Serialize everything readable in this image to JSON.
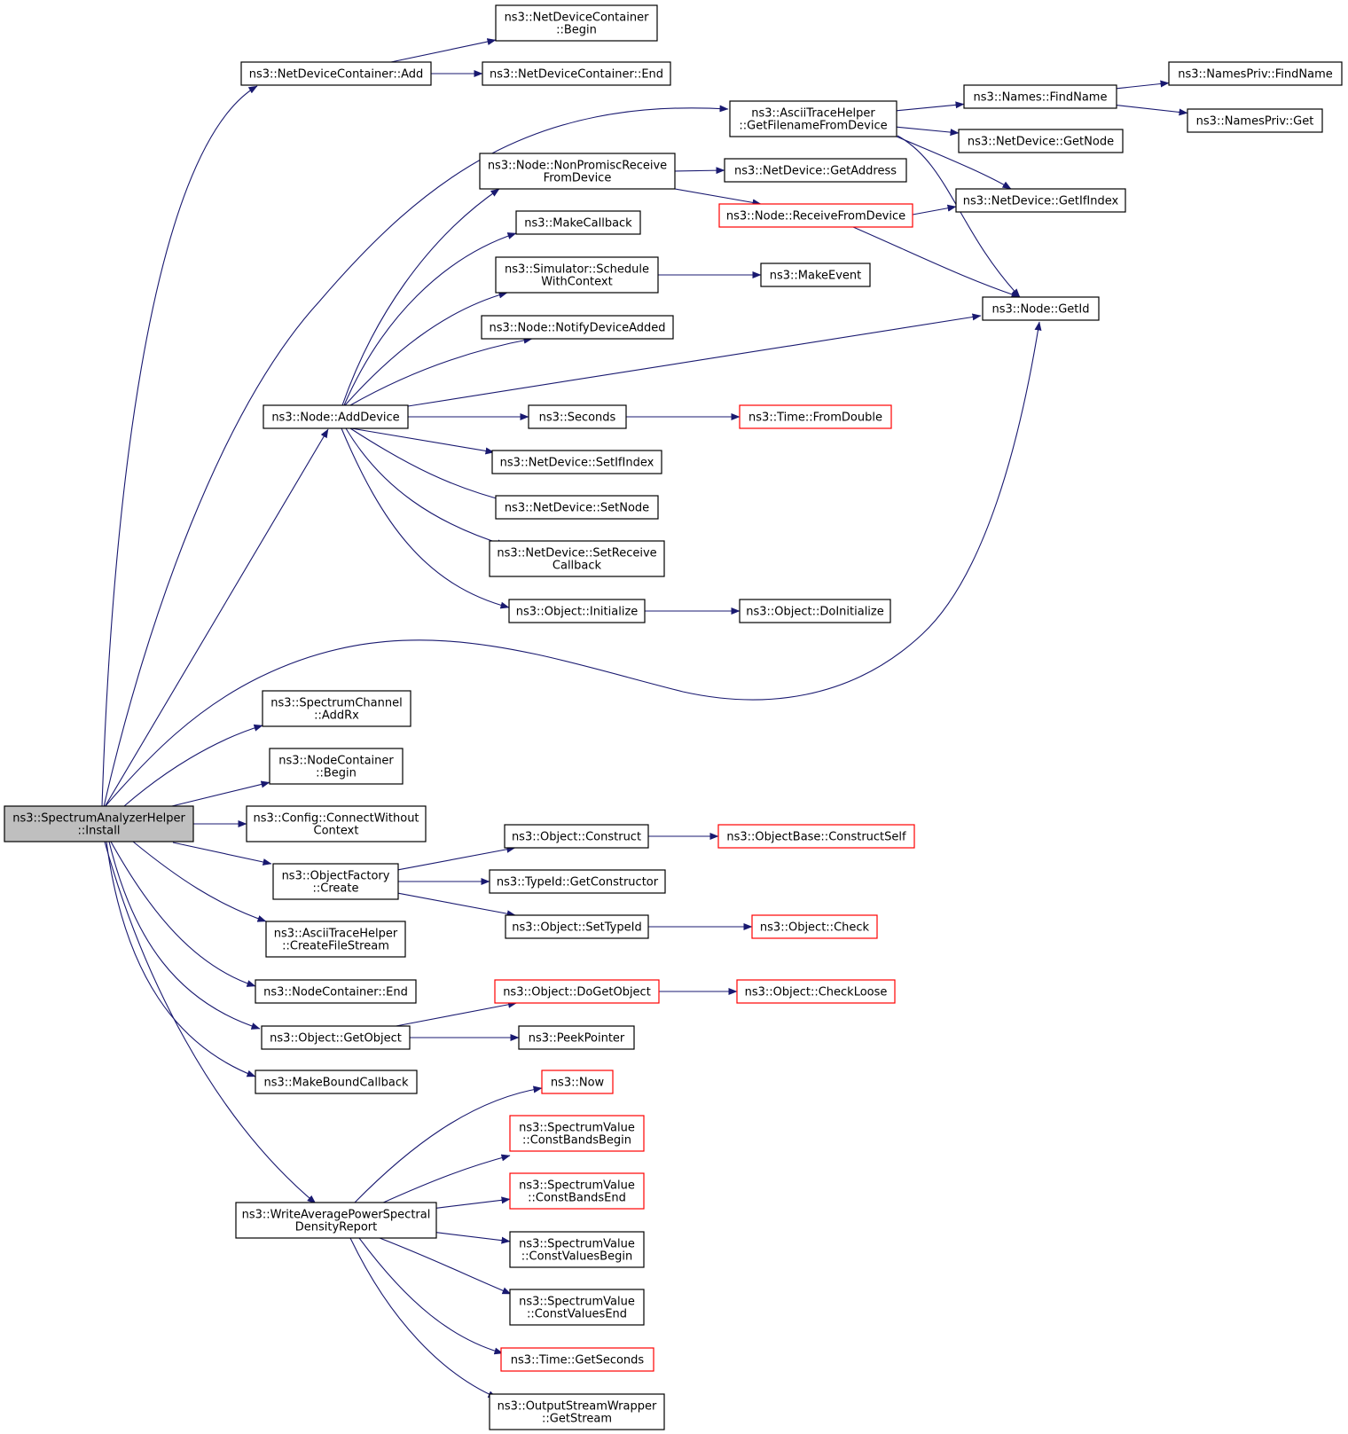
{
  "colors": {
    "edge": "#191970",
    "normal_border": "#000000",
    "truncated_border": "#ff0000",
    "root_fill": "#bfbfbf",
    "node_fill": "#ffffff",
    "text": "#000000"
  },
  "nodes": [
    {
      "id": "install",
      "label": [
        "ns3::SpectrumAnalyzerHelper",
        "::Install"
      ],
      "style": "root"
    },
    {
      "id": "ndc_add",
      "label": [
        "ns3::NetDeviceContainer::Add"
      ],
      "style": "normal"
    },
    {
      "id": "ndc_begin",
      "label": [
        "ns3::NetDeviceContainer",
        "::Begin"
      ],
      "style": "normal"
    },
    {
      "id": "ndc_end",
      "label": [
        "ns3::NetDeviceContainer::End"
      ],
      "style": "normal"
    },
    {
      "id": "ascii_getfn",
      "label": [
        "ns3::AsciiTraceHelper",
        "::GetFilenameFromDevice"
      ],
      "style": "normal"
    },
    {
      "id": "names_findname",
      "label": [
        "ns3::Names::FindName"
      ],
      "style": "normal"
    },
    {
      "id": "namespriv_findname",
      "label": [
        "ns3::NamesPriv::FindName"
      ],
      "style": "normal"
    },
    {
      "id": "namespriv_get",
      "label": [
        "ns3::NamesPriv::Get"
      ],
      "style": "normal"
    },
    {
      "id": "nd_getnode",
      "label": [
        "ns3::NetDevice::GetNode"
      ],
      "style": "normal"
    },
    {
      "id": "node_nonpromisc",
      "label": [
        "ns3::Node::NonPromiscReceive",
        "FromDevice"
      ],
      "style": "normal"
    },
    {
      "id": "nd_getaddress",
      "label": [
        "ns3::NetDevice::GetAddress"
      ],
      "style": "normal"
    },
    {
      "id": "nd_getifindex",
      "label": [
        "ns3::NetDevice::GetIfIndex"
      ],
      "style": "normal"
    },
    {
      "id": "node_receive",
      "label": [
        "ns3::Node::ReceiveFromDevice"
      ],
      "style": "truncated"
    },
    {
      "id": "makecallback",
      "label": [
        "ns3::MakeCallback"
      ],
      "style": "normal"
    },
    {
      "id": "sim_schedule",
      "label": [
        "ns3::Simulator::Schedule",
        "WithContext"
      ],
      "style": "normal"
    },
    {
      "id": "makeevent",
      "label": [
        "ns3::MakeEvent"
      ],
      "style": "normal"
    },
    {
      "id": "node_getid",
      "label": [
        "ns3::Node::GetId"
      ],
      "style": "normal"
    },
    {
      "id": "node_notify",
      "label": [
        "ns3::Node::NotifyDeviceAdded"
      ],
      "style": "normal"
    },
    {
      "id": "node_adddevice",
      "label": [
        "ns3::Node::AddDevice"
      ],
      "style": "normal"
    },
    {
      "id": "seconds",
      "label": [
        "ns3::Seconds"
      ],
      "style": "normal"
    },
    {
      "id": "time_fromdouble",
      "label": [
        "ns3::Time::FromDouble"
      ],
      "style": "truncated"
    },
    {
      "id": "nd_setifindex",
      "label": [
        "ns3::NetDevice::SetIfIndex"
      ],
      "style": "normal"
    },
    {
      "id": "nd_setnode",
      "label": [
        "ns3::NetDevice::SetNode"
      ],
      "style": "normal"
    },
    {
      "id": "nd_setreceive",
      "label": [
        "ns3::NetDevice::SetReceive",
        "Callback"
      ],
      "style": "normal"
    },
    {
      "id": "obj_initialize",
      "label": [
        "ns3::Object::Initialize"
      ],
      "style": "normal"
    },
    {
      "id": "obj_doinitialize",
      "label": [
        "ns3::Object::DoInitialize"
      ],
      "style": "normal"
    },
    {
      "id": "sc_addrx",
      "label": [
        "ns3::SpectrumChannel",
        "::AddRx"
      ],
      "style": "normal"
    },
    {
      "id": "nc_begin",
      "label": [
        "ns3::NodeContainer",
        "::Begin"
      ],
      "style": "normal"
    },
    {
      "id": "config_connect",
      "label": [
        "ns3::Config::ConnectWithout",
        "Context"
      ],
      "style": "normal"
    },
    {
      "id": "obj_construct",
      "label": [
        "ns3::Object::Construct"
      ],
      "style": "normal"
    },
    {
      "id": "objbase_constructself",
      "label": [
        "ns3::ObjectBase::ConstructSelf"
      ],
      "style": "truncated"
    },
    {
      "id": "of_create",
      "label": [
        "ns3::ObjectFactory",
        "::Create"
      ],
      "style": "normal"
    },
    {
      "id": "typeid_getconstructor",
      "label": [
        "ns3::TypeId::GetConstructor"
      ],
      "style": "normal"
    },
    {
      "id": "obj_settypeid",
      "label": [
        "ns3::Object::SetTypeId"
      ],
      "style": "normal"
    },
    {
      "id": "obj_check",
      "label": [
        "ns3::Object::Check"
      ],
      "style": "truncated"
    },
    {
      "id": "ascii_createfs",
      "label": [
        "ns3::AsciiTraceHelper",
        "::CreateFileStream"
      ],
      "style": "normal"
    },
    {
      "id": "nc_end",
      "label": [
        "ns3::NodeContainer::End"
      ],
      "style": "normal"
    },
    {
      "id": "obj_dogetobject",
      "label": [
        "ns3::Object::DoGetObject"
      ],
      "style": "truncated"
    },
    {
      "id": "obj_checkloose",
      "label": [
        "ns3::Object::CheckLoose"
      ],
      "style": "truncated"
    },
    {
      "id": "obj_getobject",
      "label": [
        "ns3::Object::GetObject"
      ],
      "style": "normal"
    },
    {
      "id": "peekpointer",
      "label": [
        "ns3::PeekPointer"
      ],
      "style": "normal"
    },
    {
      "id": "makeboundcallback",
      "label": [
        "ns3::MakeBoundCallback"
      ],
      "style": "normal"
    },
    {
      "id": "now",
      "label": [
        "ns3::Now"
      ],
      "style": "truncated"
    },
    {
      "id": "sv_constbandsbegin",
      "label": [
        "ns3::SpectrumValue",
        "::ConstBandsBegin"
      ],
      "style": "truncated"
    },
    {
      "id": "sv_constbandsend",
      "label": [
        "ns3::SpectrumValue",
        "::ConstBandsEnd"
      ],
      "style": "truncated"
    },
    {
      "id": "write_apsd",
      "label": [
        "ns3::WriteAveragePowerSpectral",
        "DensityReport"
      ],
      "style": "normal"
    },
    {
      "id": "sv_constvaluesbegin",
      "label": [
        "ns3::SpectrumValue",
        "::ConstValuesBegin"
      ],
      "style": "normal"
    },
    {
      "id": "sv_constvaluesend",
      "label": [
        "ns3::SpectrumValue",
        "::ConstValuesEnd"
      ],
      "style": "normal"
    },
    {
      "id": "time_getseconds",
      "label": [
        "ns3::Time::GetSeconds"
      ],
      "style": "truncated"
    },
    {
      "id": "osw_getstream",
      "label": [
        "ns3::OutputStreamWrapper",
        "::GetStream"
      ],
      "style": "normal"
    }
  ],
  "edges": [
    [
      "install",
      "ndc_add"
    ],
    [
      "install",
      "ascii_getfn"
    ],
    [
      "install",
      "node_adddevice"
    ],
    [
      "install",
      "node_getid"
    ],
    [
      "install",
      "sc_addrx"
    ],
    [
      "install",
      "nc_begin"
    ],
    [
      "install",
      "config_connect"
    ],
    [
      "install",
      "of_create"
    ],
    [
      "install",
      "ascii_createfs"
    ],
    [
      "install",
      "nc_end"
    ],
    [
      "install",
      "obj_getobject"
    ],
    [
      "install",
      "makeboundcallback"
    ],
    [
      "install",
      "write_apsd"
    ],
    [
      "ndc_add",
      "ndc_begin"
    ],
    [
      "ndc_add",
      "ndc_end"
    ],
    [
      "ascii_getfn",
      "names_findname"
    ],
    [
      "ascii_getfn",
      "nd_getnode"
    ],
    [
      "ascii_getfn",
      "nd_getifindex"
    ],
    [
      "ascii_getfn",
      "node_getid"
    ],
    [
      "names_findname",
      "namespriv_findname"
    ],
    [
      "names_findname",
      "namespriv_get"
    ],
    [
      "node_adddevice",
      "node_nonpromisc"
    ],
    [
      "node_adddevice",
      "makecallback"
    ],
    [
      "node_adddevice",
      "sim_schedule"
    ],
    [
      "node_adddevice",
      "node_notify"
    ],
    [
      "node_adddevice",
      "node_getid"
    ],
    [
      "node_adddevice",
      "seconds"
    ],
    [
      "node_adddevice",
      "nd_setifindex"
    ],
    [
      "node_adddevice",
      "nd_setnode"
    ],
    [
      "node_adddevice",
      "nd_setreceive"
    ],
    [
      "node_adddevice",
      "obj_initialize"
    ],
    [
      "node_nonpromisc",
      "nd_getaddress"
    ],
    [
      "node_nonpromisc",
      "node_receive"
    ],
    [
      "node_receive",
      "nd_getifindex"
    ],
    [
      "node_receive",
      "node_getid"
    ],
    [
      "sim_schedule",
      "makeevent"
    ],
    [
      "seconds",
      "time_fromdouble"
    ],
    [
      "obj_initialize",
      "obj_doinitialize"
    ],
    [
      "of_create",
      "obj_construct"
    ],
    [
      "of_create",
      "typeid_getconstructor"
    ],
    [
      "of_create",
      "obj_settypeid"
    ],
    [
      "obj_construct",
      "objbase_constructself"
    ],
    [
      "obj_settypeid",
      "obj_check"
    ],
    [
      "obj_getobject",
      "obj_dogetobject"
    ],
    [
      "obj_getobject",
      "peekpointer"
    ],
    [
      "obj_dogetobject",
      "obj_checkloose"
    ],
    [
      "write_apsd",
      "now"
    ],
    [
      "write_apsd",
      "sv_constbandsbegin"
    ],
    [
      "write_apsd",
      "sv_constbandsend"
    ],
    [
      "write_apsd",
      "sv_constvaluesbegin"
    ],
    [
      "write_apsd",
      "sv_constvaluesend"
    ],
    [
      "write_apsd",
      "time_getseconds"
    ],
    [
      "write_apsd",
      "osw_getstream"
    ]
  ]
}
